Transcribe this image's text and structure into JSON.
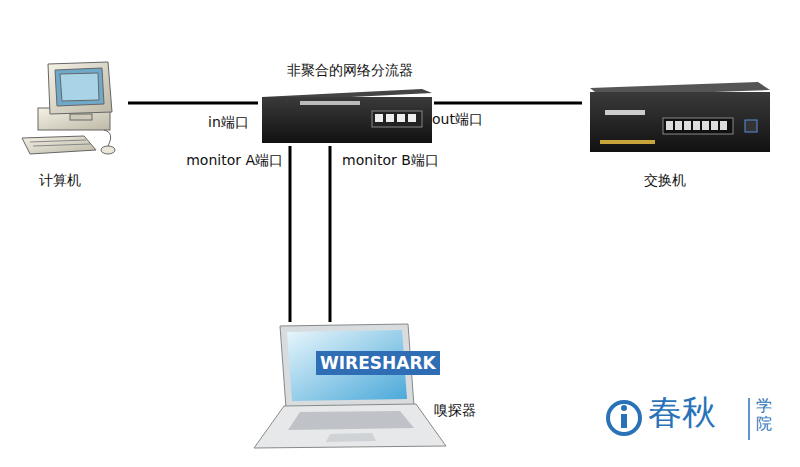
{
  "diagram": {
    "nodes": [
      {
        "text": [
          "计算机"
        ]
      },
      {
        "text": [
          "非聚合的网络分流器"
        ]
      },
      {
        "text": [
          "交换机"
        ]
      },
      {
        "text": [
          "嗅探器"
        ]
      }
    ],
    "edges": [
      {
        "from": 0,
        "to": 1,
        "arrow": "none"
      },
      {
        "from": 1,
        "to": 2,
        "arrow": "none"
      },
      {
        "from": 1,
        "to": 3,
        "arrow": "none"
      },
      {
        "from": 1,
        "to": 3,
        "arrow": "none"
      }
    ],
    "labels": [
      "in端口",
      "out端口",
      "monitor A端口",
      "monitor B端口",
      "WIRESHARK",
      "春秋",
      "学院"
    ]
  }
}
